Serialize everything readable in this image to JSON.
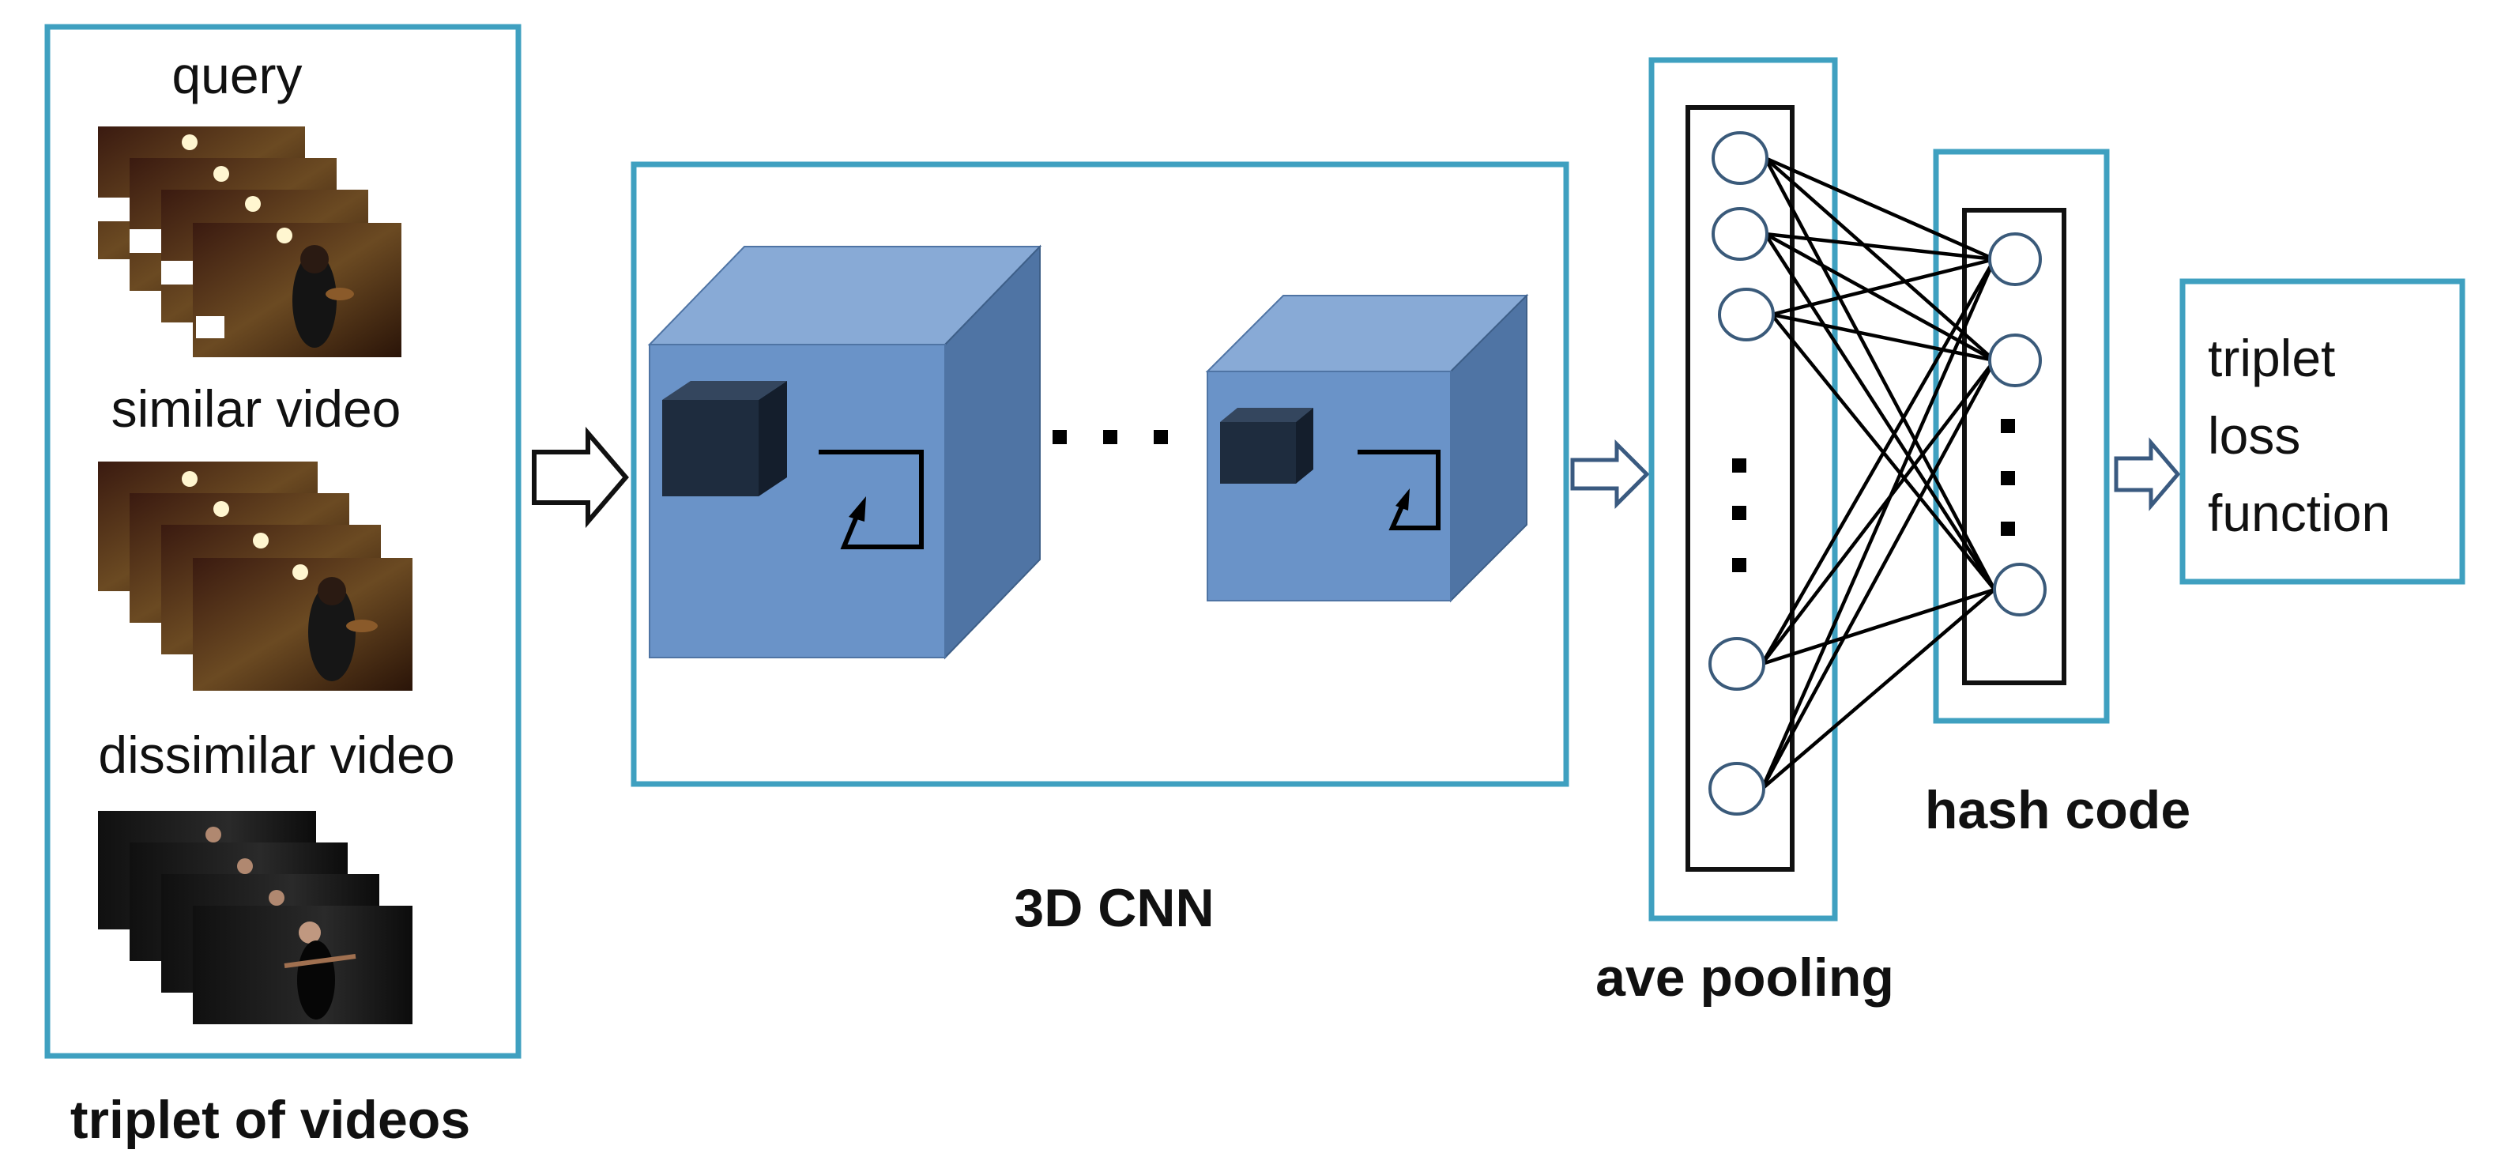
{
  "labels": {
    "query": "query",
    "similar": "similar video",
    "dissimilar": "dissimilar video",
    "triplet_of_videos": "triplet of videos",
    "cnn": "3D CNN",
    "ave_pooling": "ave pooling",
    "hash_code": "hash code",
    "loss_line1": "triplet",
    "loss_line2": "loss",
    "loss_line3": "function"
  },
  "colors": {
    "panel_border": "#3fa0c0",
    "cube_front": "#6a93c8",
    "cube_top": "#88aad6",
    "cube_side": "#4f74a4",
    "kernel_front": "#1e2c3e",
    "kernel_top": "#34465e",
    "kernel_side": "#141e2c"
  },
  "icons": {
    "input_arrow": "hollow-right-arrow",
    "kernel": "dark-cube-icon",
    "stride": "corner-arrow-icon"
  },
  "network": {
    "pooling_nodes_visible": 5,
    "hash_nodes_visible": 3
  }
}
